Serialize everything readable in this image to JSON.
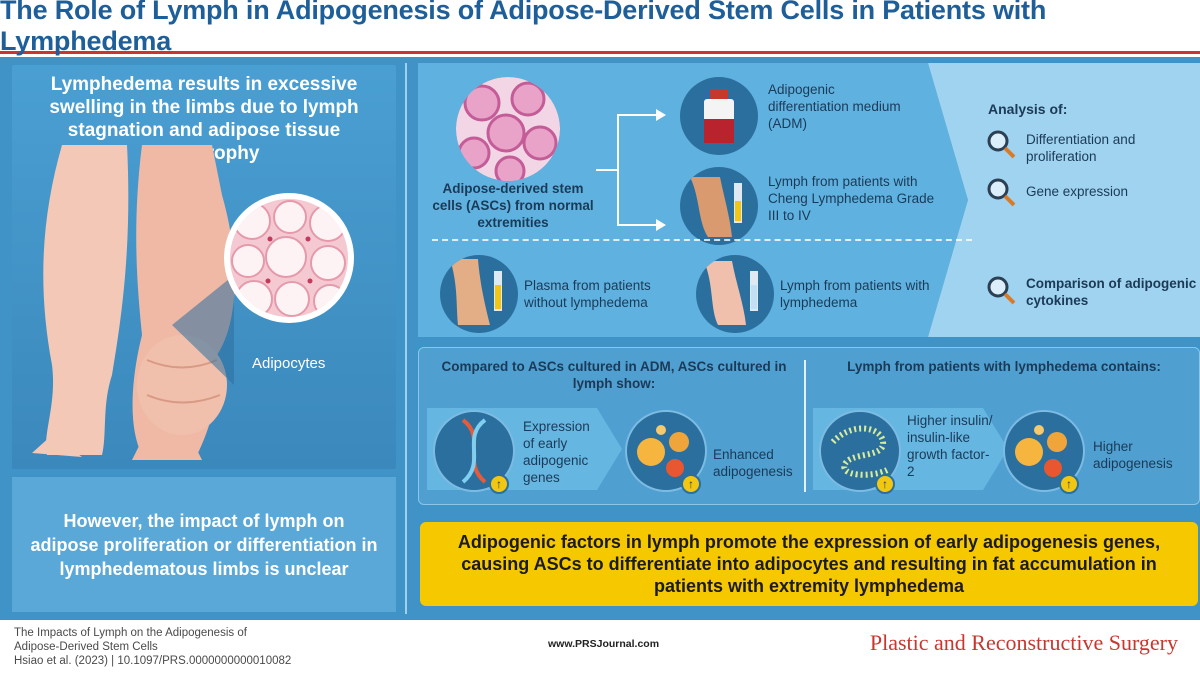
{
  "title": "The Role of Lymph in Adipogenesis of Adipose-Derived Stem Cells in Patients with Lymphedema",
  "left": {
    "intro": "Lymphedema results in excessive swelling in the limbs due to lymph stagnation and adipose tissue hypertrophy",
    "adipocytes_label": "Adipocytes",
    "unclear": "However, the impact of lymph on adipose proliferation or differentiation in lymphedematous limbs is unclear"
  },
  "method": {
    "asc_label": "Adipose-derived stem cells (ASCs) from normal extremities",
    "adm_label": "Adipogenic differentiation medium (ADM)",
    "lymph_cheng_label": "Lymph from patients with Cheng Lymphedema Grade III to IV",
    "plasma_label": "Plasma from patients without lymphedema",
    "lymph_patients_label": "Lymph from patients with lymphedema",
    "analysis_title": "Analysis of:",
    "analysis_items": [
      "Differentiation and proliferation",
      "Gene expression"
    ],
    "comparison_label": "Comparison of adipogenic cytokines"
  },
  "findings": {
    "left_heading": "Compared to ASCs cultured in ADM, ASCs cultured in lymph show:",
    "right_heading": "Lymph from patients with lymphedema contains:",
    "items": [
      "Expression of early adipogenic genes",
      "Enhanced adipogenesis",
      "Higher insulin/ insulin-like growth factor-2",
      "Higher adipogenesis"
    ]
  },
  "conclusion": "Adipogenic factors in lymph promote the expression of early adipogenesis genes, causing ASCs to differentiate into adipocytes and resulting in fat accumulation in patients with extremity lymphedema",
  "footer": {
    "citation_line1": "The Impacts of Lymph on the Adipogenesis of",
    "citation_line2": "Adipose-Derived Stem Cells",
    "citation_line3": "Hsiao et al. (2023) | 10.1097/PRS.0000000000010082",
    "url": "www.PRSJournal.com",
    "brand": "Plastic and Reconstructive Surgery"
  },
  "colors": {
    "title": "#1f5f99",
    "accent_red": "#c8372d",
    "panel_blue": "#3f93c6",
    "conclusion_yellow": "#f6c800"
  },
  "icons": [
    "stem-cells-icon",
    "medium-bottle-icon",
    "lymph-leg-syringe-icon",
    "plasma-foot-syringe-icon",
    "magnifier-icon",
    "dna-icon",
    "adipocytes-icon",
    "insulin-chain-icon",
    "up-arrow-icon"
  ]
}
